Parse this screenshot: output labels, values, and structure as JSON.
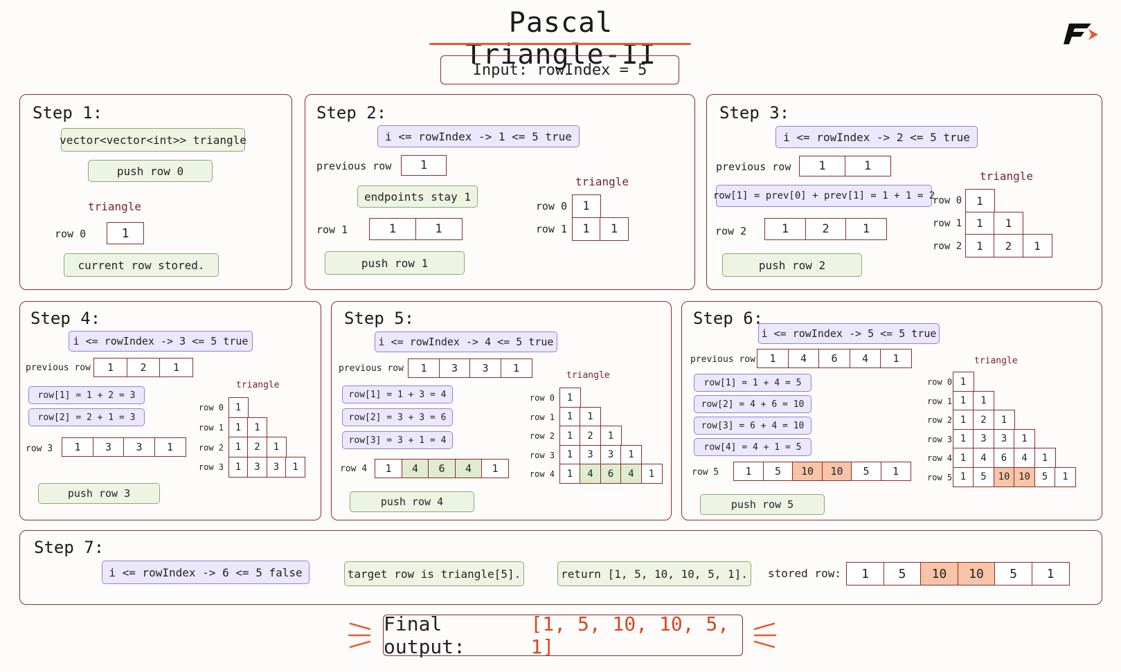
{
  "title": "Pascal Triangle-II",
  "input": "Input: rowIndex = 5",
  "colors": {
    "border": "#8a2a2a",
    "accent": "#e85a2a",
    "purple_fill": "#ece8fb",
    "green_fill": "#eef4e4",
    "highlight": "#f7c4a8"
  },
  "logo_icon": "brand-logo-icon",
  "triangle_label": "triangle",
  "previous_row_label": "previous row",
  "step1": {
    "title": "Step 1:",
    "decl": "vector<vector<int>> triangle",
    "push": "push row 0",
    "row_label": "row 0",
    "row_cells": [
      "1"
    ],
    "stored": "current row stored."
  },
  "step2": {
    "title": "Step 2:",
    "cond": "i <= rowIndex -> 1 <= 5 true",
    "prev": [
      "1"
    ],
    "endpoints": "endpoints stay 1",
    "row_label": "row 1",
    "row_cells": [
      "1",
      "1"
    ],
    "push": "push row 1",
    "triangle": [
      {
        "label": "row 0",
        "cells": [
          "1"
        ]
      },
      {
        "label": "row 1",
        "cells": [
          "1",
          "1"
        ]
      }
    ]
  },
  "step3": {
    "title": "Step 3:",
    "cond": "i <= rowIndex -> 2 <= 5 true",
    "prev": [
      "1",
      "1"
    ],
    "calc": "row[1] = prev[0] + prev[1] = 1 + 1 = 2",
    "row_label": "row 2",
    "row_cells": [
      "1",
      "2",
      "1"
    ],
    "push": "push row 2",
    "triangle": [
      {
        "label": "row 0",
        "cells": [
          "1"
        ]
      },
      {
        "label": "row 1",
        "cells": [
          "1",
          "1"
        ]
      },
      {
        "label": "row 2",
        "cells": [
          "1",
          "2",
          "1"
        ]
      }
    ]
  },
  "step4": {
    "title": "Step 4:",
    "cond": "i <= rowIndex -> 3 <= 5 true",
    "prev": [
      "1",
      "2",
      "1"
    ],
    "calcs": [
      "row[1] = 1 + 2 = 3",
      "row[2] = 2 + 1 = 3"
    ],
    "row_label": "row 3",
    "row_cells": [
      "1",
      "3",
      "3",
      "1"
    ],
    "push": "push row 3",
    "triangle": [
      {
        "label": "row 0",
        "cells": [
          "1"
        ]
      },
      {
        "label": "row 1",
        "cells": [
          "1",
          "1"
        ]
      },
      {
        "label": "row 2",
        "cells": [
          "1",
          "2",
          "1"
        ]
      },
      {
        "label": "row 3",
        "cells": [
          "1",
          "3",
          "3",
          "1"
        ]
      }
    ]
  },
  "step5": {
    "title": "Step 5:",
    "cond": "i <= rowIndex -> 4 <= 5 true",
    "prev": [
      "1",
      "3",
      "3",
      "1"
    ],
    "calcs": [
      "row[1] = 1 + 3 = 4",
      "row[2] = 3 + 3 = 6",
      "row[3] = 3 + 1 = 4"
    ],
    "row_label": "row 4",
    "row_cells": [
      "1",
      "4",
      "6",
      "4",
      "1"
    ],
    "push": "push row 4",
    "triangle": [
      {
        "label": "row 0",
        "cells": [
          "1"
        ]
      },
      {
        "label": "row 1",
        "cells": [
          "1",
          "1"
        ]
      },
      {
        "label": "row 2",
        "cells": [
          "1",
          "2",
          "1"
        ]
      },
      {
        "label": "row 3",
        "cells": [
          "1",
          "3",
          "3",
          "1"
        ]
      },
      {
        "label": "row 4",
        "cells": [
          "1",
          "4",
          "6",
          "4",
          "1"
        ]
      }
    ]
  },
  "step6": {
    "title": "Step 6:",
    "cond": "i <= rowIndex -> 5 <= 5 true",
    "prev": [
      "1",
      "4",
      "6",
      "4",
      "1"
    ],
    "calcs": [
      "row[1] = 1 + 4 = 5",
      "row[2] = 4 + 6 = 10",
      "row[3] = 6 + 4 = 10",
      "row[4] = 4 + 1 = 5"
    ],
    "row_label": "row 5",
    "row_cells": [
      "1",
      "5",
      "10",
      "10",
      "5",
      "1"
    ],
    "push": "push row 5",
    "triangle": [
      {
        "label": "row 0",
        "cells": [
          "1"
        ]
      },
      {
        "label": "row 1",
        "cells": [
          "1",
          "1"
        ]
      },
      {
        "label": "row 2",
        "cells": [
          "1",
          "2",
          "1"
        ]
      },
      {
        "label": "row 3",
        "cells": [
          "1",
          "3",
          "3",
          "1"
        ]
      },
      {
        "label": "row 4",
        "cells": [
          "1",
          "4",
          "6",
          "4",
          "1"
        ]
      },
      {
        "label": "row 5",
        "cells": [
          "1",
          "5",
          "10",
          "10",
          "5",
          "1"
        ]
      }
    ]
  },
  "step7": {
    "title": "Step 7:",
    "cond": "i <= rowIndex -> 6 <= 5 false",
    "target": "target row is triangle[5].",
    "ret": "return [1, 5, 10, 10, 5, 1].",
    "stored_label": "stored row:",
    "stored_cells": [
      "1",
      "5",
      "10",
      "10",
      "5",
      "1"
    ]
  },
  "final": {
    "label": "Final output:",
    "value": "[1, 5, 10, 10, 5, 1]"
  }
}
